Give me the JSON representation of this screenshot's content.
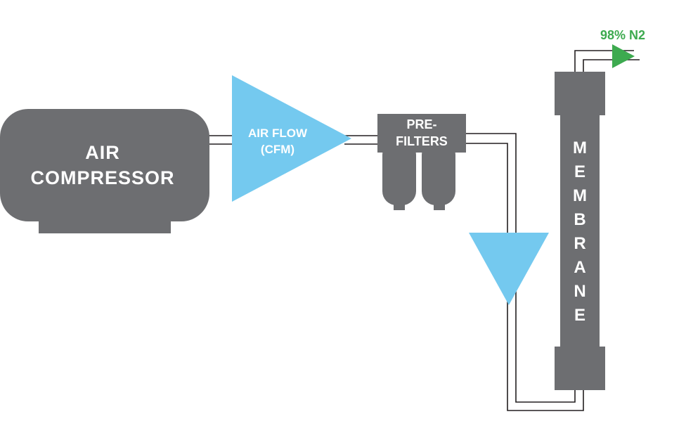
{
  "compressor": {
    "line1": "AIR",
    "line2": "COMPRESSOR"
  },
  "air_flow": {
    "line1": "AIR FLOW",
    "line2": "(CFM)"
  },
  "pre_filters": {
    "line1": "PRE-",
    "line2": "FILTERS"
  },
  "membrane": {
    "letters": [
      "M",
      "E",
      "M",
      "B",
      "R",
      "A",
      "N",
      "E"
    ]
  },
  "output": {
    "label": "98% N2"
  },
  "colors": {
    "unit_gray": "#6d6e71",
    "flow_blue": "#74c9ef",
    "output_green": "#3daa4f",
    "pipe": "#231f20",
    "text_white": "#ffffff"
  }
}
